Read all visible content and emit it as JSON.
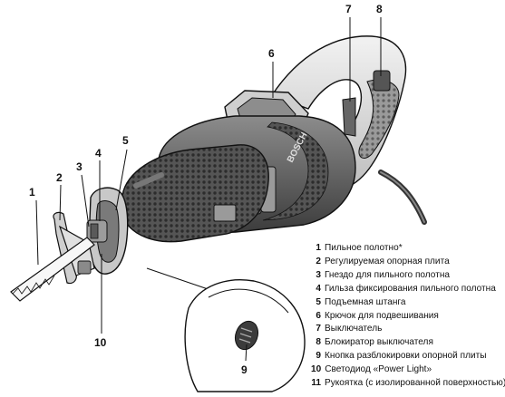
{
  "callouts": [
    {
      "number": "1"
    },
    {
      "number": "2"
    },
    {
      "number": "3"
    },
    {
      "number": "4"
    },
    {
      "number": "5"
    },
    {
      "number": "6"
    },
    {
      "number": "7"
    },
    {
      "number": "8"
    },
    {
      "number": "9"
    },
    {
      "number": "10"
    }
  ],
  "legend": [
    {
      "number": "1",
      "text": "Пильное полотно*"
    },
    {
      "number": "2",
      "text": "Регулируемая опорная плита"
    },
    {
      "number": "3",
      "text": "Гнездо для пильного полотна"
    },
    {
      "number": "4",
      "text": "Гильза фиксирования пильного полотна"
    },
    {
      "number": "5",
      "text": "Подъемная штанга"
    },
    {
      "number": "6",
      "text": "Крючок для подвешивания"
    },
    {
      "number": "7",
      "text": "Выключатель"
    },
    {
      "number": "8",
      "text": "Блокиратор выключателя"
    },
    {
      "number": "9",
      "text": "Кнопка разблокировки опорной плиты"
    },
    {
      "number": "10",
      "text": "Светодиод «Power Light»"
    },
    {
      "number": "11",
      "text": "Рукоятка (с изолированной поверхностью)"
    }
  ],
  "brand_logo": "BOSCH",
  "colors": {
    "body_dark": "#4a4a4a",
    "body_mid": "#8a8a8a",
    "body_light": "#d6d6d6",
    "handle_light": "#e4e4e4",
    "line": "#111111"
  }
}
